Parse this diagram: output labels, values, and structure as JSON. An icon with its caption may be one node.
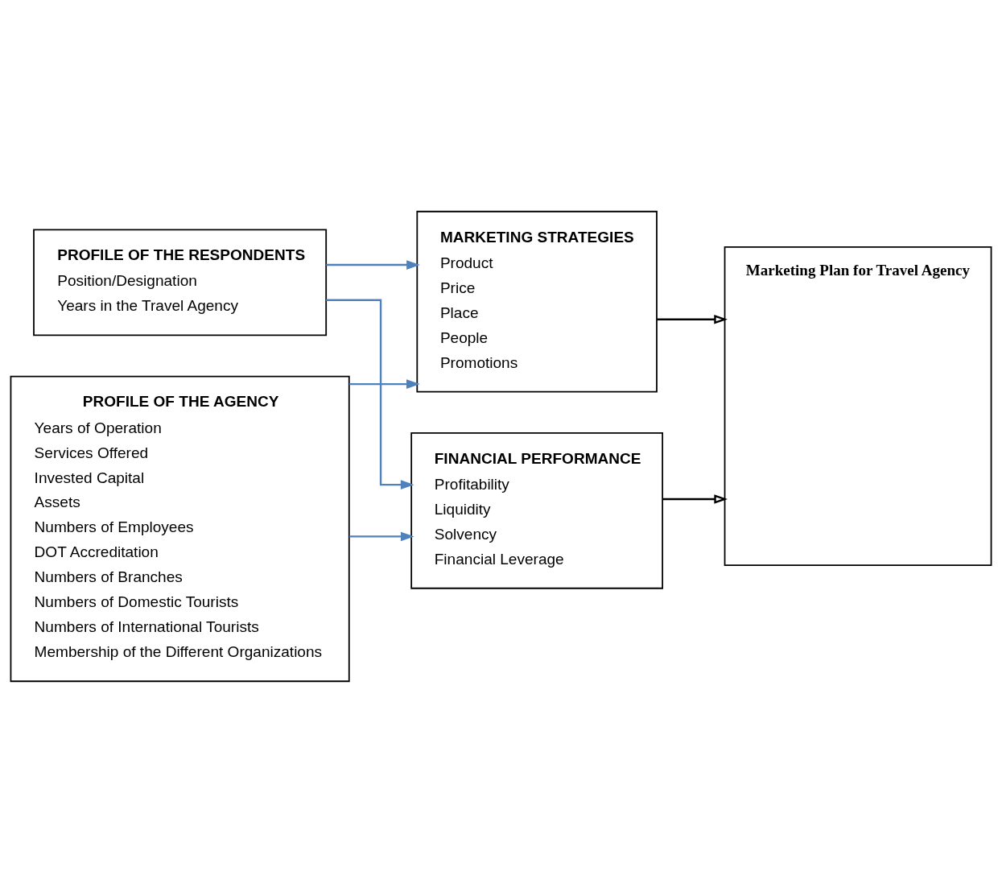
{
  "diagram": {
    "nodes": [
      {
        "text": [
          "PROFILE OF THE RESPONDENTS",
          "Position/Designation",
          "Years in the Travel Agency"
        ]
      },
      {
        "text": [
          "PROFILE OF THE AGENCY",
          "Years of Operation",
          "Services Offered",
          "Invested Capital",
          "Assets",
          "Numbers of Employees",
          "DOT Accreditation",
          "Numbers of Branches",
          "Numbers of Domestic Tourists",
          "Numbers of International Tourists",
          "Membership of the Different Organizations"
        ]
      },
      {
        "text": [
          "MARKETING STRATEGIES",
          "Product",
          "Price",
          "Place",
          "People",
          "Promotions"
        ]
      },
      {
        "text": [
          "FINANCIAL PERFORMANCE",
          "Profitability",
          "Liquidity",
          "Solvency",
          "Financial Leverage"
        ]
      },
      {
        "text": [
          "Marketing Plan for Travel Agency"
        ]
      }
    ],
    "edges": [
      {
        "from": 0,
        "to": 2,
        "arrow": "to",
        "color": "#4f81bd"
      },
      {
        "from": 0,
        "to": 3,
        "arrow": "to",
        "color": "#4f81bd"
      },
      {
        "from": 1,
        "to": 2,
        "arrow": "to",
        "color": "#4f81bd"
      },
      {
        "from": 1,
        "to": 3,
        "arrow": "to",
        "color": "#4f81bd"
      },
      {
        "from": 2,
        "to": 4,
        "arrow": "to",
        "color": "#000000"
      },
      {
        "from": 3,
        "to": 4,
        "arrow": "to",
        "color": "#000000"
      }
    ]
  }
}
